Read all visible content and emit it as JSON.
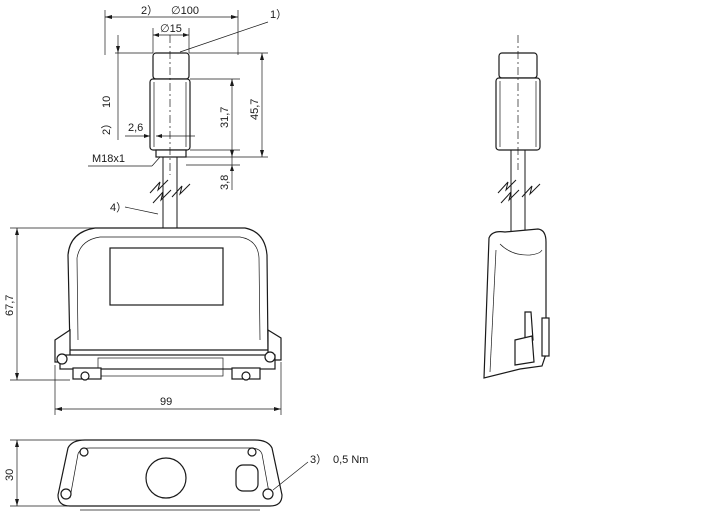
{
  "callouts": {
    "c1": "1）",
    "c2": "2）",
    "c2b": "2）",
    "c3": "3）",
    "c4": "4）"
  },
  "dimensions": {
    "cable_bend_dia": "∅100",
    "sensor_dia": "∅15",
    "clearance": "10",
    "wall": "2,6",
    "thread": "M18x1",
    "body_len": "31,7",
    "total_len": "45,7",
    "nut": "3,8",
    "height": "67,7",
    "width": "99",
    "depth": "30",
    "torque": "0,5 Nm"
  }
}
